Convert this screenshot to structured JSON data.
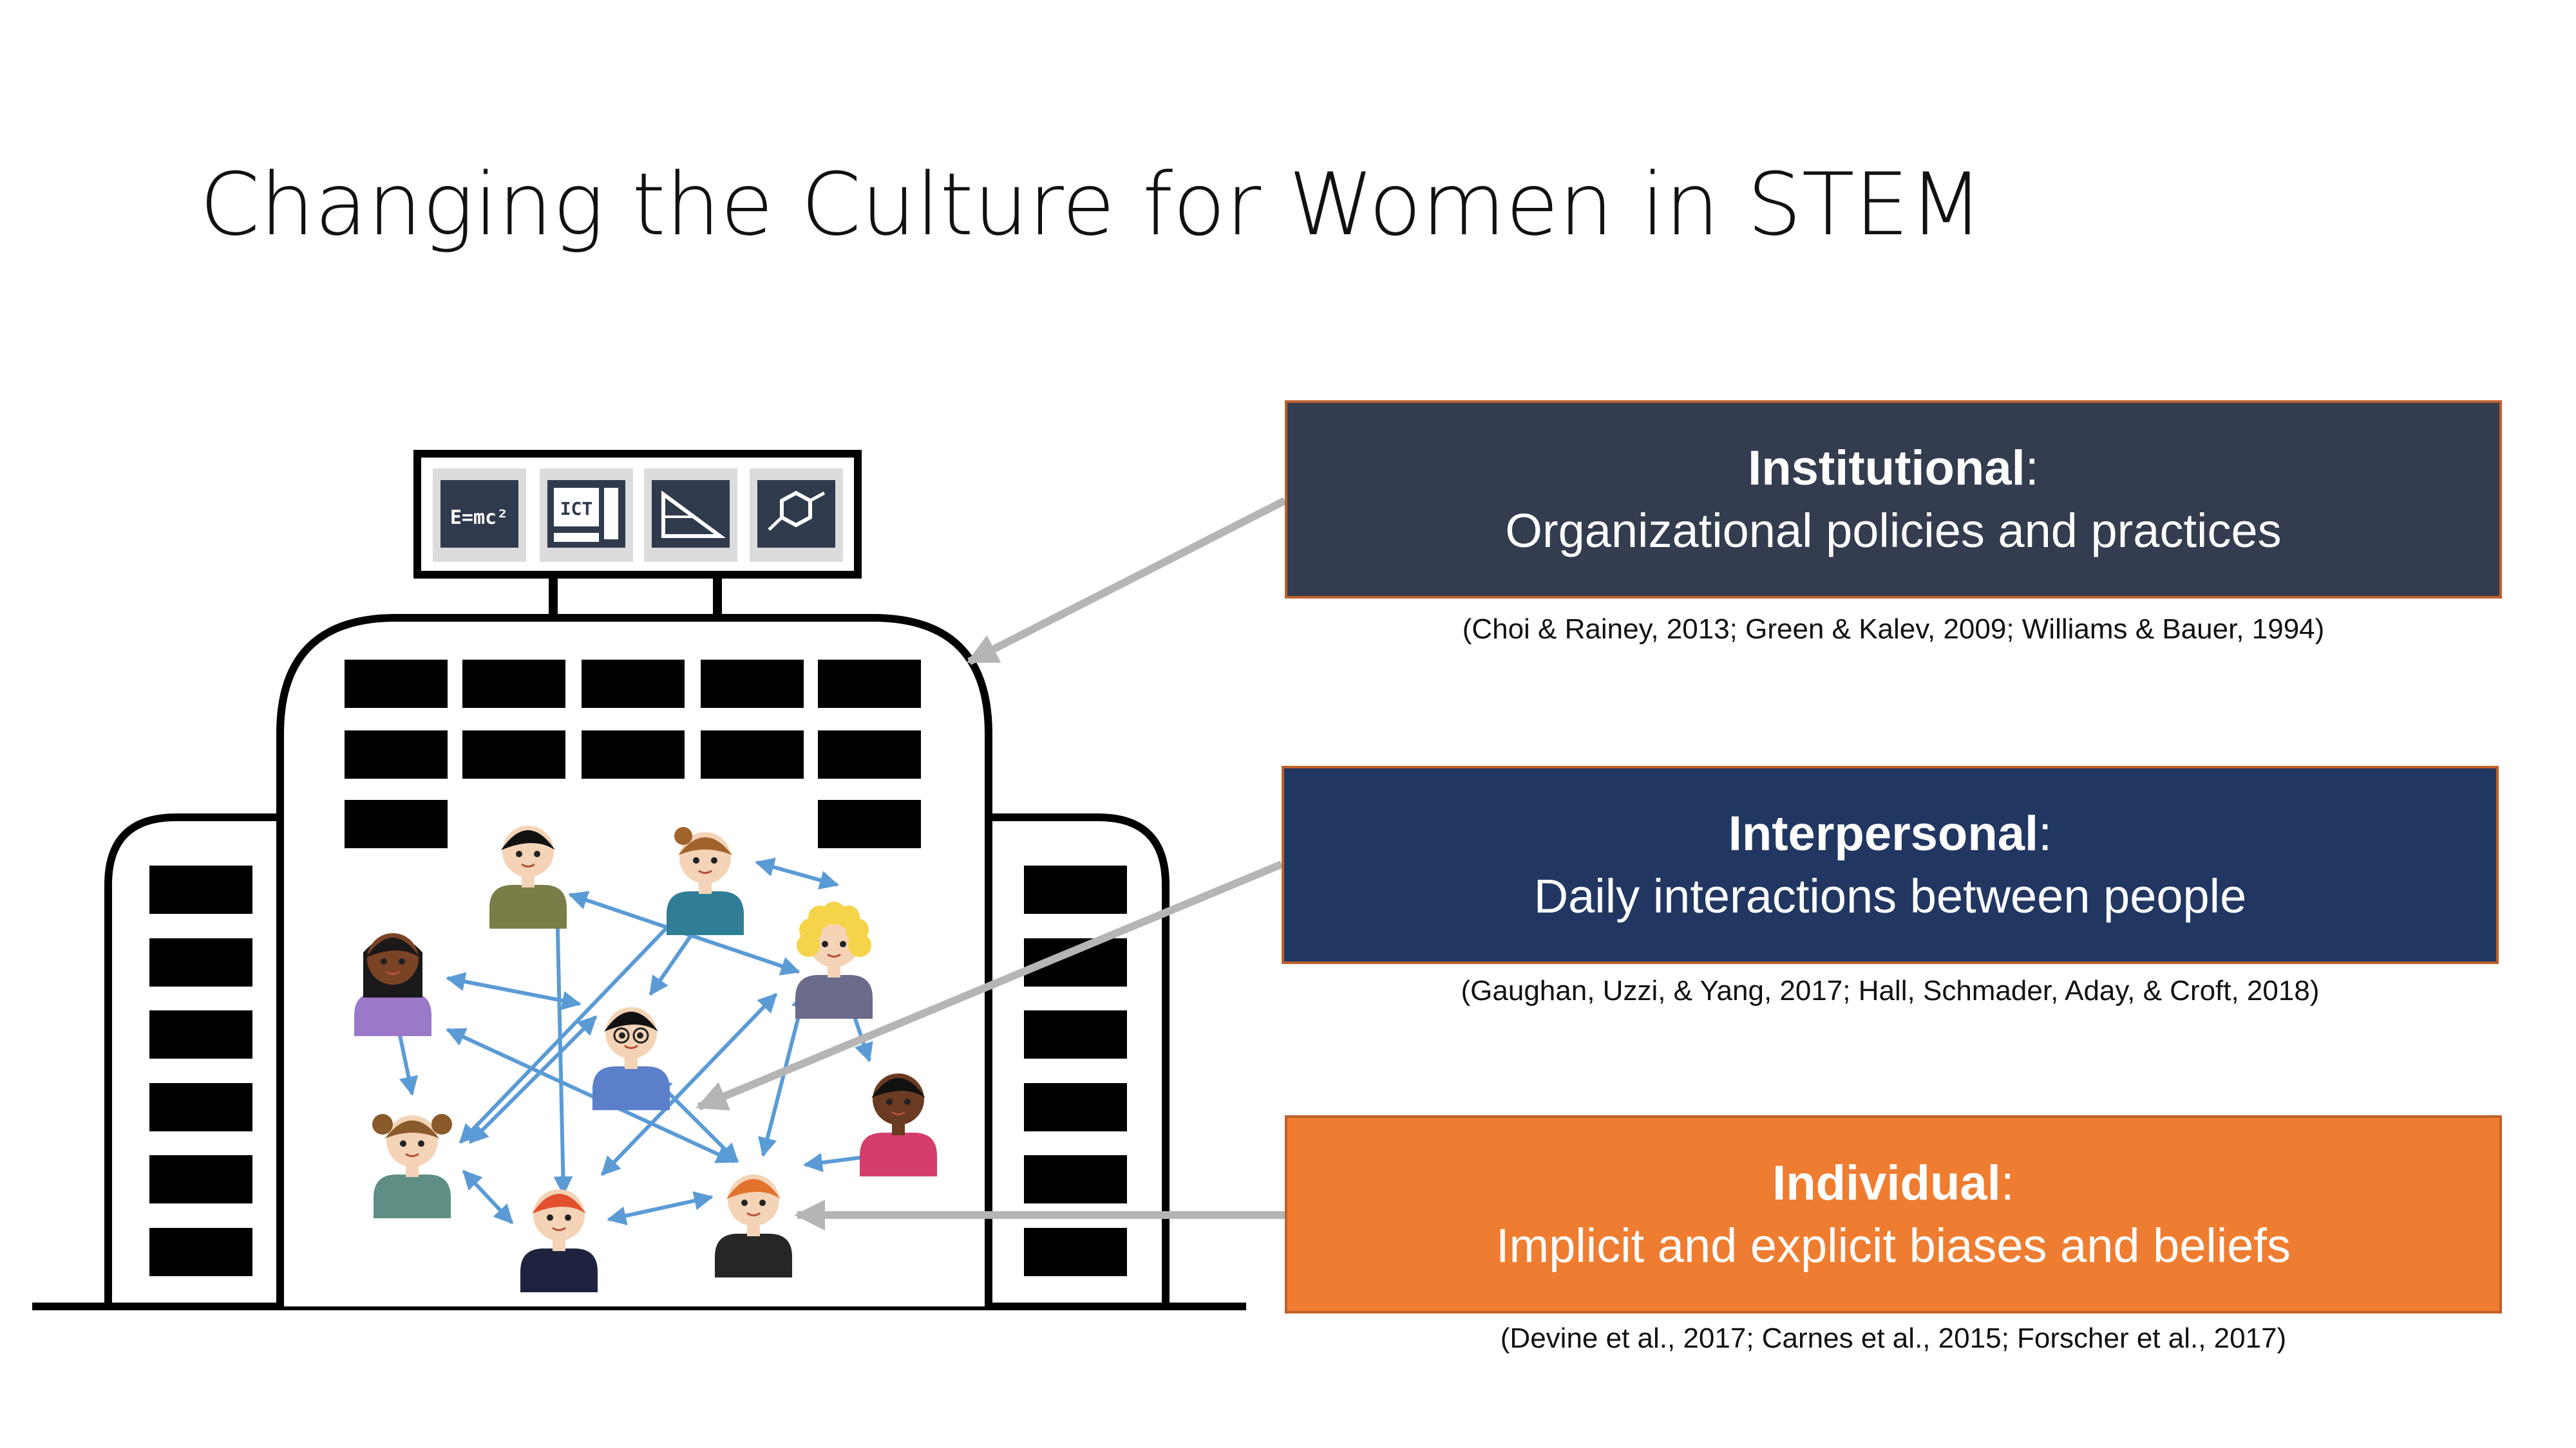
{
  "title": "Changing the Culture for Women in STEM",
  "colors": {
    "institutional": "#333d4f",
    "interpersonal": "#213762",
    "individual": "#ef7d31",
    "box_border": "#c0602a",
    "connector": "#b5b5b5",
    "network_arrow": "#5b9bd5"
  },
  "billboard_icons": [
    {
      "name": "emc2-chalkboard-icon",
      "text": "E=mc²"
    },
    {
      "name": "ict-computer-icon",
      "text": "ICT"
    },
    {
      "name": "geometry-board-icon",
      "text": ""
    },
    {
      "name": "chemistry-board-icon",
      "text": ""
    }
  ],
  "levels": [
    {
      "key": "institutional",
      "heading": "Institutional",
      "separator": ":",
      "description": "Organizational policies and practices",
      "citation": "(Choi & Rainey, 2013; Green & Kalev, 2009; Williams & Bauer, 1994)"
    },
    {
      "key": "interpersonal",
      "heading": "Interpersonal",
      "separator": ":",
      "description": "Daily interactions between people",
      "citation": "(Gaughan, Uzzi, & Yang, 2017; Hall, Schmader, Aday, & Croft, 2018)"
    },
    {
      "key": "individual",
      "heading": "Individual",
      "separator": ":",
      "description": "Implicit and explicit biases and beliefs",
      "citation": "(Devine et al., 2017; Carnes et al., 2015; Forscher et al., 2017)"
    }
  ],
  "people": [
    {
      "name": "person-dark-hair-olive",
      "hair": "#111111",
      "shirt": "#7b7d48",
      "skin": "#f4d3b6"
    },
    {
      "name": "person-ponytail-teal",
      "hair": "#a0632b",
      "shirt": "#2f7e95",
      "skin": "#f4d3b6"
    },
    {
      "name": "person-blonde-curly",
      "hair": "#f5d44a",
      "shirt": "#6a6a8a",
      "skin": "#f4d3b6"
    },
    {
      "name": "person-long-hair-purple",
      "hair": "#1a1a1a",
      "shirt": "#9b78c8",
      "skin": "#7a4326"
    },
    {
      "name": "person-glasses-blue",
      "hair": "#111111",
      "shirt": "#5b7fc8",
      "skin": "#f4d3b6"
    },
    {
      "name": "person-short-hair-pink",
      "hair": "#111111",
      "shirt": "#d43e6b",
      "skin": "#6a3a22"
    },
    {
      "name": "person-pigtails-green",
      "hair": "#8a5a2b",
      "shirt": "#5f8f84",
      "skin": "#f4d3b6"
    },
    {
      "name": "person-red-hair-navy",
      "hair": "#e3502e",
      "shirt": "#1f2340",
      "skin": "#f4d3b6"
    },
    {
      "name": "person-orange-hair-black",
      "hair": "#e0722e",
      "shirt": "#262626",
      "skin": "#f4d3b6"
    }
  ]
}
